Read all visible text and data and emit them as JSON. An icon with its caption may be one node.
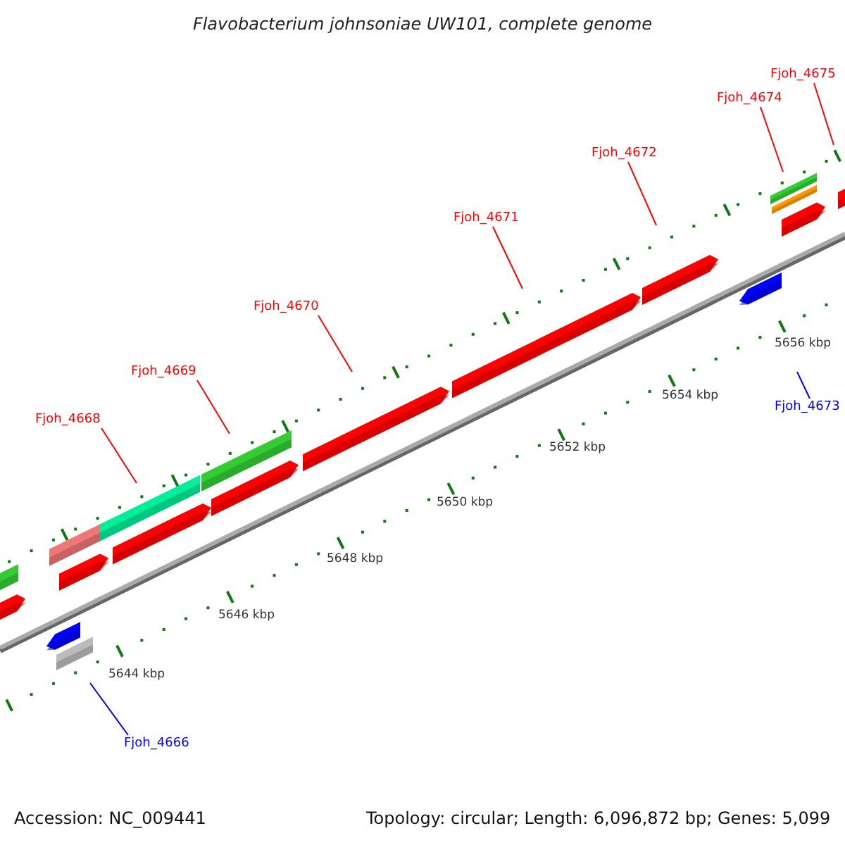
{
  "diagram": {
    "title": "Flavobacterium johnsoniae UW101, complete genome",
    "nodes": [
      {
        "text": [
          "Fjoh_4675"
        ]
      },
      {
        "text": [
          "Fjoh_4674"
        ]
      },
      {
        "text": [
          "Fjoh_4672"
        ]
      },
      {
        "text": [
          "Fjoh_4671"
        ]
      },
      {
        "text": [
          "Fjoh_4670"
        ]
      },
      {
        "text": [
          "Fjoh_4669"
        ]
      },
      {
        "text": [
          "Fjoh_4668"
        ]
      },
      {
        "text": [
          "Fjoh_4673"
        ]
      },
      {
        "text": [
          "Fjoh_4666"
        ]
      }
    ],
    "edges": [
      {
        "from": 0,
        "to": null,
        "arrow": "none"
      },
      {
        "from": 1,
        "to": null,
        "arrow": "none"
      },
      {
        "from": 2,
        "to": null,
        "arrow": "none"
      },
      {
        "from": 3,
        "to": null,
        "arrow": "none"
      },
      {
        "from": 4,
        "to": null,
        "arrow": "none"
      },
      {
        "from": 5,
        "to": null,
        "arrow": "none"
      },
      {
        "from": 6,
        "to": null,
        "arrow": "none"
      },
      {
        "from": 7,
        "to": null,
        "arrow": "none",
        "color": "#0000ff"
      },
      {
        "from": 8,
        "to": null,
        "arrow": "none",
        "color": "#0000ff"
      }
    ],
    "labels": [
      "5656 kbp",
      "5654 kbp",
      "5652 kbp",
      "5650 kbp",
      "5648 kbp",
      "5646 kbp",
      "5644 kbp",
      "Accession: NC_009441",
      "Topology: circular; Length: 6,096,872 bp; Genes: 5,099"
    ]
  }
}
